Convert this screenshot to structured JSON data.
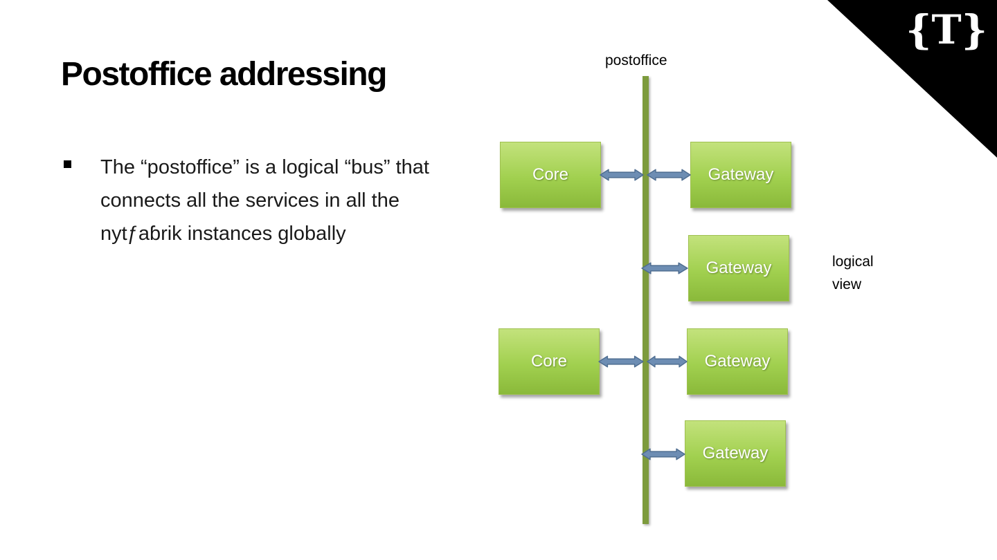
{
  "slide": {
    "title": "Postoffice addressing",
    "bullet": "The “postoffice” is a logical “bus” that connects all the services in all the nytƒaɓrik instances globally"
  },
  "logo": {
    "text": "{T}"
  },
  "diagram": {
    "bus_label": "postoffice",
    "side_label": "logical view",
    "nodes": [
      {
        "label": "Core"
      },
      {
        "label": "Gateway"
      },
      {
        "label": "Gateway"
      },
      {
        "label": "Core"
      },
      {
        "label": "Gateway"
      },
      {
        "label": "Gateway"
      }
    ],
    "colors": {
      "bus": "#7d9b3d",
      "box_top": "#c3e27c",
      "box_mid": "#a1d04f",
      "box_bottom": "#8ab93a",
      "box_border": "#9fc050",
      "arrow_fill": "#6d8db3",
      "arrow_stroke": "#4f6e91"
    }
  }
}
